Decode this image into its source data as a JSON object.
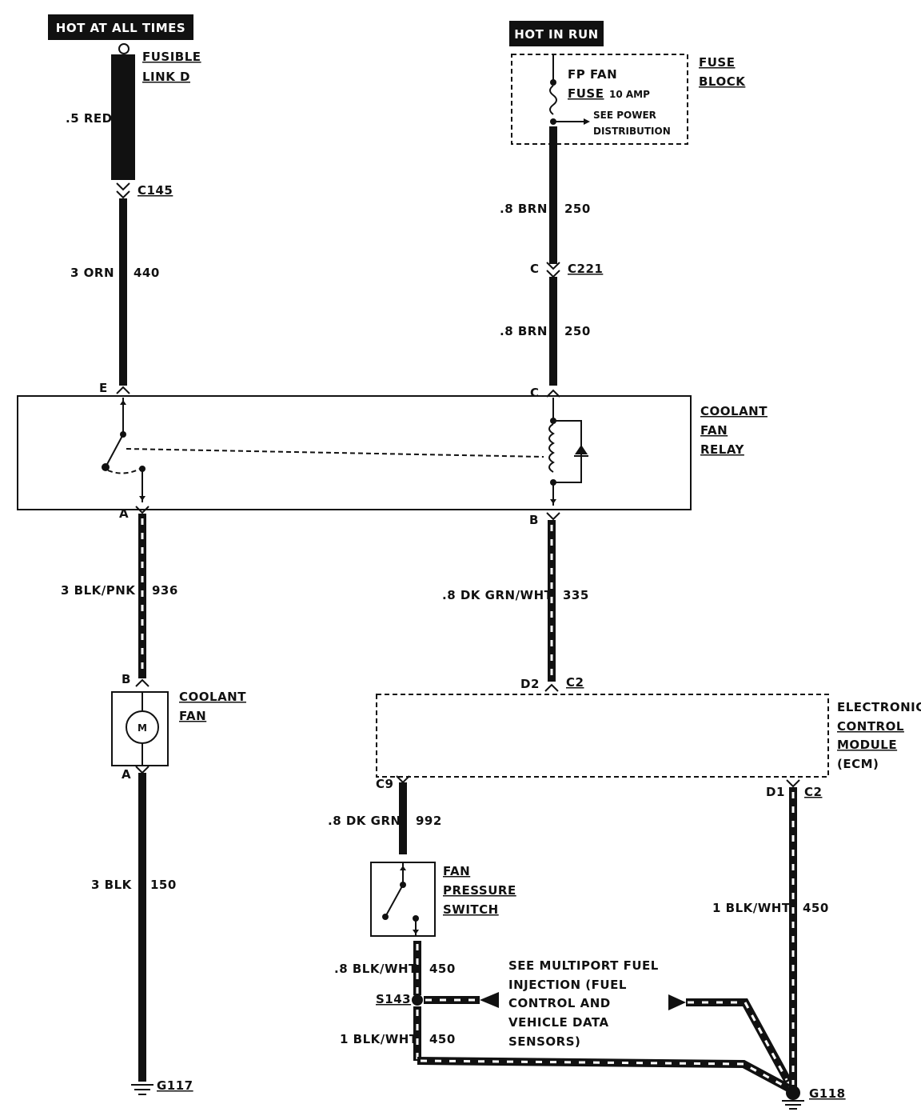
{
  "labels": {
    "hot_at_all_times": "HOT AT ALL TIMES",
    "hot_in_run": "HOT IN RUN",
    "fusible_link_1": "FUSIBLE",
    "fusible_link_2": "LINK D",
    "fuse_block_1": "FUSE",
    "fuse_block_2": "BLOCK",
    "fp_fan_1": "FP FAN",
    "fp_fan_2": "FUSE",
    "fuse_amp": "10 AMP",
    "see_power_1": "SEE POWER",
    "see_power_2": "DISTRIBUTION",
    "coolant_fan_relay_1": "COOLANT",
    "coolant_fan_relay_2": "FAN",
    "coolant_fan_relay_3": "RELAY",
    "coolant_fan_1": "COOLANT",
    "coolant_fan_2": "FAN",
    "motor": "M",
    "ecm_1": "ELECTRONIC",
    "ecm_2": "CONTROL",
    "ecm_3": "MODULE",
    "ecm_4": "(ECM)",
    "fan_switch_1": "FAN",
    "fan_switch_2": "PRESSURE",
    "fan_switch_3": "SWITCH",
    "see_mpfi_1": "SEE MULTIPORT FUEL",
    "see_mpfi_2": "INJECTION (FUEL",
    "see_mpfi_3": "CONTROL AND",
    "see_mpfi_4": "VEHICLE DATA",
    "see_mpfi_5": "SENSORS)"
  },
  "connectors": {
    "c145": "C145",
    "c221": "C221",
    "c221_pin": "C",
    "relay_e": "E",
    "relay_c": "C",
    "relay_a": "A",
    "relay_b": "B",
    "fan_b": "B",
    "fan_a": "A",
    "ecm_d2": "D2",
    "ecm_c2_top": "C2",
    "ecm_c9": "C9",
    "ecm_d1": "D1",
    "ecm_c2_right": "C2",
    "s143": "S143",
    "g117": "G117",
    "g118": "G118"
  },
  "wires": {
    "w1_gauge": ".5 RED",
    "w2_gauge": "3 ORN",
    "w2_circuit": "440",
    "w3_gauge": ".8 BRN",
    "w3_circuit": "250",
    "w4_gauge": ".8 BRN",
    "w4_circuit": "250",
    "w5_gauge": "3 BLK/PNK",
    "w5_circuit": "936",
    "w6_gauge": ".8 DK GRN/WHT",
    "w6_circuit": "335",
    "w7_gauge": "3 BLK",
    "w7_circuit": "150",
    "w8_gauge": ".8 DK GRN",
    "w8_circuit": "992",
    "w9_gauge": ".8 BLK/WHT",
    "w9_circuit": "450",
    "w10_gauge": "1 BLK/WHT",
    "w10_circuit": "450",
    "w11_gauge": "1 BLK/WHT",
    "w11_circuit": "450"
  }
}
